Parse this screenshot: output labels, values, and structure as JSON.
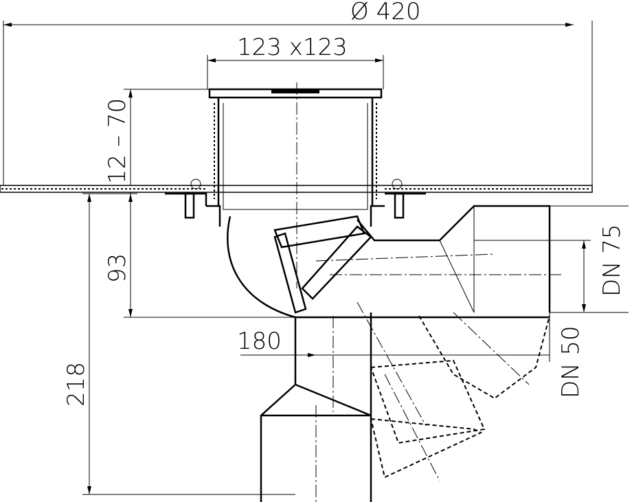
{
  "dimensions": {
    "overall_diameter": "Ø 420",
    "grate_size": "123 x123",
    "height_adjust": "12 – 70",
    "body_height": "93",
    "total_height": "218",
    "outlet_offset": "180",
    "outlet_dn_horizontal": "DN 75",
    "outlet_dn_vertical": "DN 50"
  }
}
